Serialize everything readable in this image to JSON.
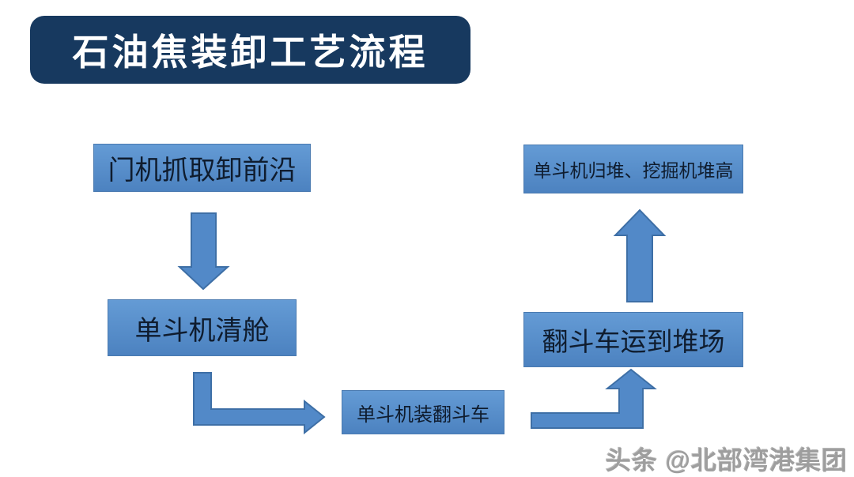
{
  "title": {
    "label": "石油焦装卸工艺流程"
  },
  "diagram": {
    "type": "flowchart",
    "nodes": [
      {
        "id": "node-1",
        "label": "门机抓取卸前沿"
      },
      {
        "id": "node-2",
        "label": "单斗机清舱"
      },
      {
        "id": "node-3",
        "label": "单斗机装翻斗车"
      },
      {
        "id": "node-4",
        "label": "翻斗车运到堆场"
      },
      {
        "id": "node-5",
        "label": "单斗机归堆、挖掘机堆高"
      }
    ],
    "edges": [
      {
        "from": "门机抓取卸前沿",
        "to": "单斗机清舱",
        "style": "block-arrow-straight-down"
      },
      {
        "from": "单斗机清舱",
        "to": "单斗机装翻斗车",
        "style": "block-arrow-elbow-down-right"
      },
      {
        "from": "单斗机装翻斗车",
        "to": "翻斗车运到堆场",
        "style": "block-arrow-elbow-right-up"
      },
      {
        "from": "翻斗车运到堆场",
        "to": "单斗机归堆、挖掘机堆高",
        "style": "block-arrow-straight-up"
      }
    ]
  },
  "watermark": {
    "label": "头条 @北部湾港集团"
  },
  "colors": {
    "canvas_bg": "#FFFFFF",
    "title_bg": "#17395F",
    "title_text": "#FFFFFF",
    "node_fill_top": "#649BD5",
    "node_fill_bottom": "#4C82C0",
    "node_border": "#4A7AB0",
    "node_text": "#0F1C2E",
    "arrow_fill": "#5289C8",
    "arrow_border": "#3E6FA6",
    "watermark_text": "#9E9E9E"
  }
}
